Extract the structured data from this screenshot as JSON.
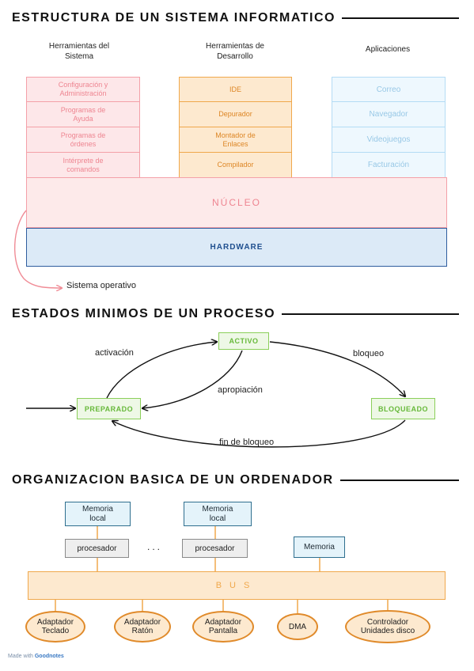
{
  "section1": {
    "title": "ESTRUCTURA DE UN SISTEMA INFORMATICO",
    "columns": [
      {
        "header": "Herramientas del Sistema",
        "items": [
          "Configuración y Administración",
          "Programas de Ayuda",
          "Programas de órdenes",
          "Intérprete de comandos"
        ]
      },
      {
        "header": "Herramientas de Desarrollo",
        "items": [
          "IDE",
          "Depurador",
          "Montador de Enlaces",
          "Compilador"
        ]
      },
      {
        "header": "Aplicaciones",
        "items": [
          "Correo",
          "Navegador",
          "Videojuegos",
          "Facturación"
        ]
      }
    ],
    "kernel": "NÚCLEO",
    "hardware": "HARDWARE",
    "os_label": "Sistema operativo"
  },
  "section2": {
    "title": "ESTADOS MINIMOS DE UN PROCESO",
    "states": {
      "active": "ACTIVO",
      "ready": "PREPARADO",
      "blocked": "BLOQUEADO"
    },
    "transitions": {
      "activation": "activación",
      "block": "bloqueo",
      "preemption": "apropiación",
      "unblock": "fin de bloqueo"
    }
  },
  "section3": {
    "title": "ORGANIZACION BASICA DE UN ORDENADOR",
    "local_memory": [
      "Memoria local",
      "Memoria local"
    ],
    "processors": [
      "procesador",
      "procesador"
    ],
    "ellipsis": "...",
    "memory": "Memoria",
    "bus": "BUS",
    "devices": [
      "Adaptador Teclado",
      "Adaptador Ratón",
      "Adaptador Pantalla",
      "DMA",
      "Controlador Unidades disco"
    ]
  },
  "footer": {
    "made_with": "Made with",
    "brand": "Goodnotes"
  },
  "colors": {
    "system_tools": "#f4a0a8",
    "dev_tools": "#f0a84c",
    "applications": "#b4dcf5",
    "hardware": "#2f5d9e",
    "process_state": "#8bcf5a",
    "memory": "#2f6f8f",
    "processor": "#8a8a8a",
    "bus": "#f0a84c"
  }
}
